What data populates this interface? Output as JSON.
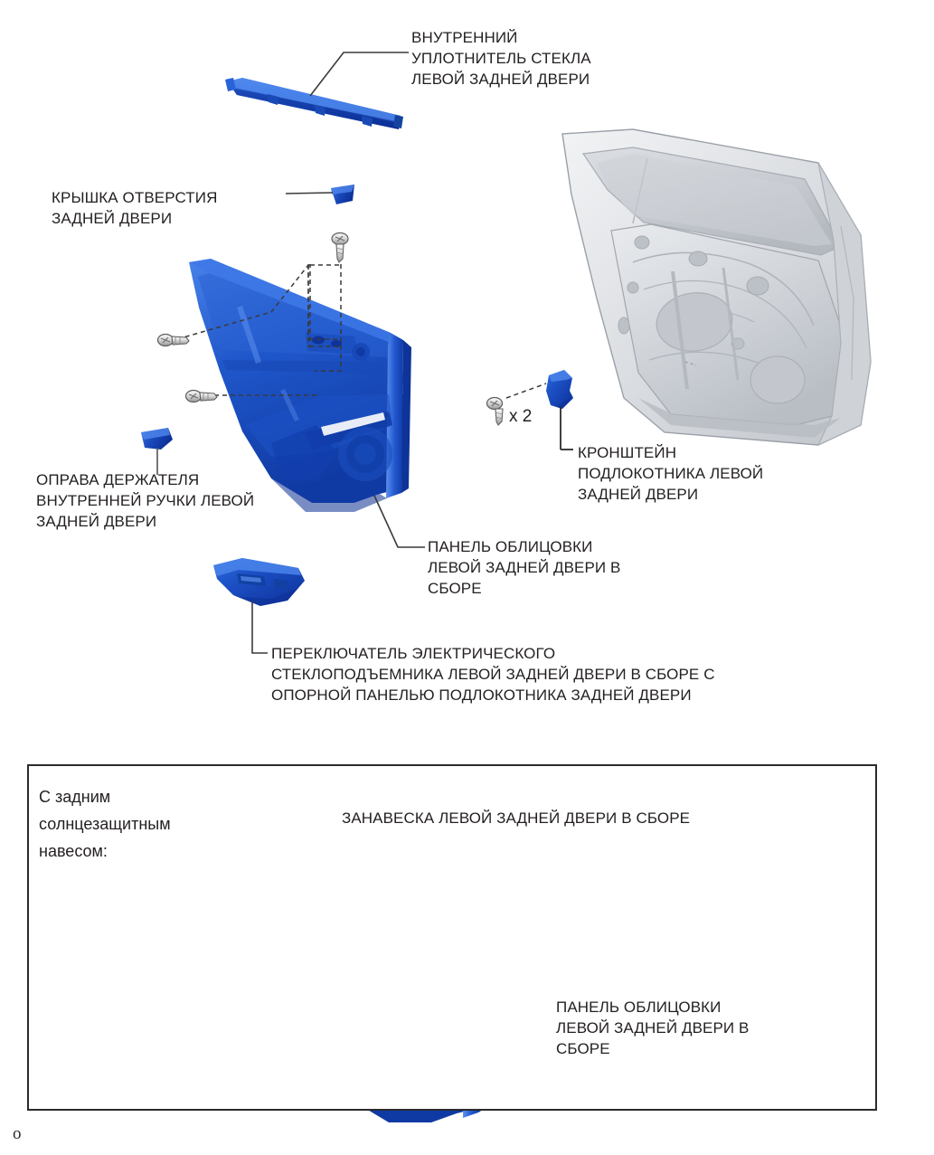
{
  "page": {
    "footer_mark": "o",
    "background_color": "#ffffff",
    "part_color": "#1b53c4",
    "frame_color": "#c9ccd1",
    "line_color": "#2b2b2b"
  },
  "main_diagram": {
    "labels": [
      {
        "id": "window-weatherstrip",
        "text": "ВНУТРЕННИЙ\nУПЛОТНИТЕЛЬ СТЕКЛА\nЛЕВОЙ ЗАДНЕЙ ДВЕРИ"
      },
      {
        "id": "hole-cover",
        "text": "КРЫШКА ОТВЕРСТИЯ\nЗАДНЕЙ ДВЕРИ"
      },
      {
        "id": "inner-handle-bezel",
        "text": "ОПРАВА ДЕРЖАТЕЛЯ\nВНУТРЕННЕЙ РУЧКИ ЛЕВОЙ\nЗАДНЕЙ ДВЕРИ"
      },
      {
        "id": "armrest-bracket",
        "text": "КРОНШТЕЙН\nПОДЛОКОТНИКА ЛЕВОЙ\nЗАДНЕЙ ДВЕРИ"
      },
      {
        "id": "trim-panel-assembly",
        "text": "ПАНЕЛЬ ОБЛИЦОВКИ\nЛЕВОЙ ЗАДНЕЙ ДВЕРИ В\nСБОРЕ"
      },
      {
        "id": "power-window-switch",
        "text": "ПЕРЕКЛЮЧАТЕЛЬ ЭЛЕКТРИЧЕСКОГО\nСТЕКЛОПОДЪЕМНИКА ЛЕВОЙ ЗАДНЕЙ ДВЕРИ В СБОРЕ С\nОПОРНОЙ ПАНЕЛЬЮ ПОДЛОКОТНИКА ЗАДНЕЙ ДВЕРИ"
      }
    ],
    "quantity_note": "x 2"
  },
  "variant_section": {
    "note_title": "С задним\nсолнцезащитным\nнавесом:",
    "labels": [
      {
        "id": "sunshade-curtain",
        "text": "ЗАНАВЕСКА ЛЕВОЙ ЗАДНЕЙ ДВЕРИ В СБОРЕ"
      },
      {
        "id": "trim-panel-assembly-variant",
        "text": "ПАНЕЛЬ ОБЛИЦОВКИ\nЛЕВОЙ ЗАДНЕЙ ДВЕРИ В\nСБОРЕ"
      }
    ]
  }
}
